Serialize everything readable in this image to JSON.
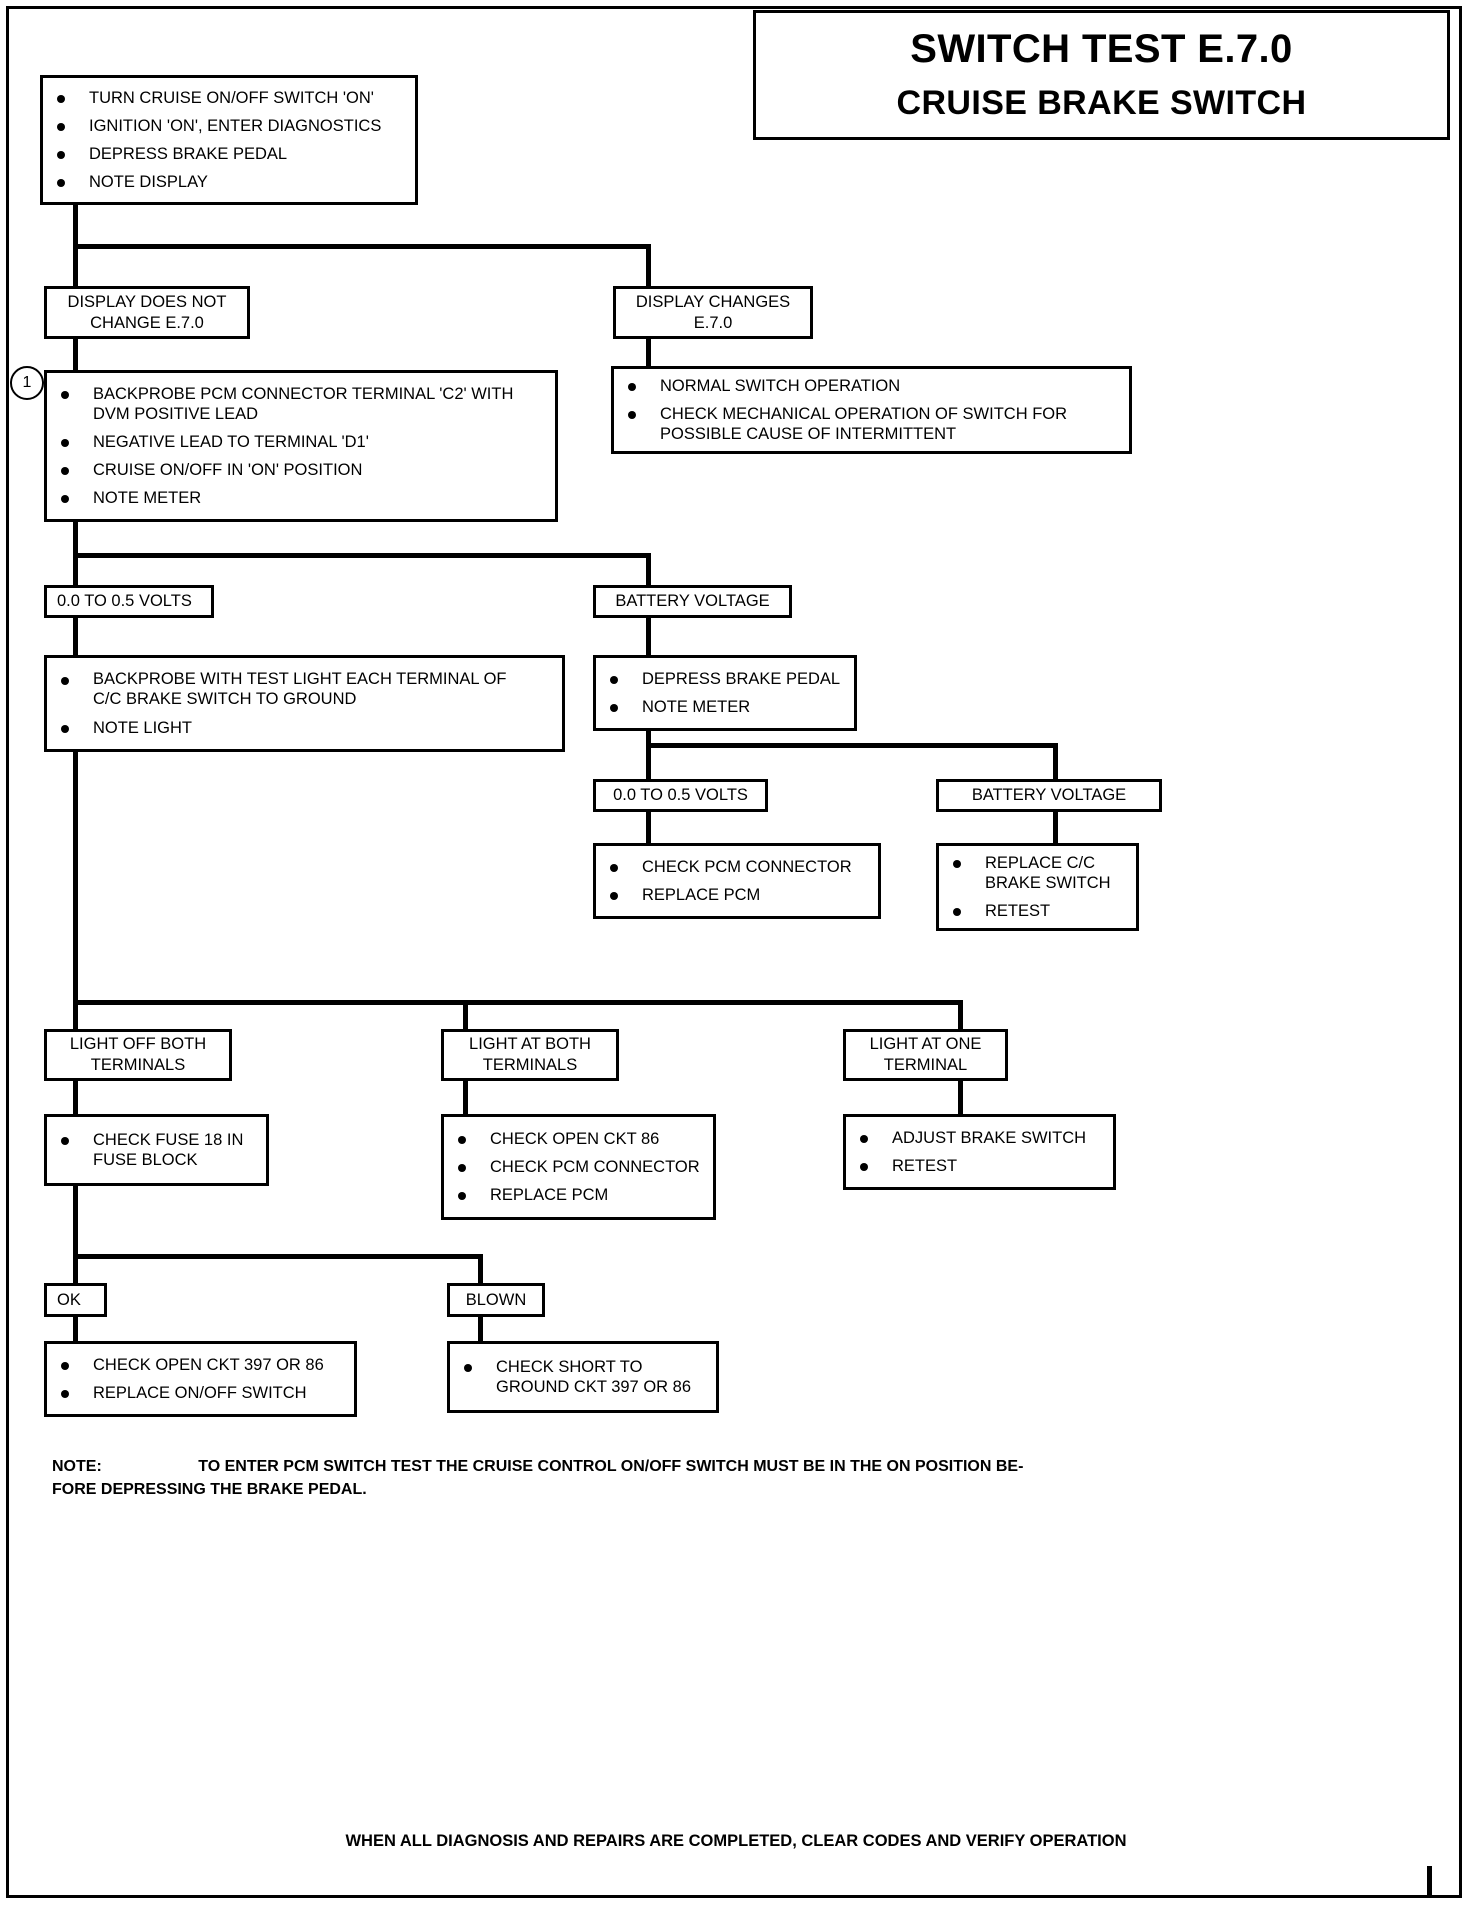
{
  "title": {
    "line1": "SWITCH TEST E.7.0",
    "line2": "CRUISE BRAKE SWITCH"
  },
  "marker": {
    "label": "1"
  },
  "nodes": {
    "start": {
      "name": "initial-procedure",
      "items": [
        "TURN CRUISE ON/OFF SWITCH 'ON'",
        "IGNITION 'ON', ENTER DIAGNOSTICS",
        "DEPRESS BRAKE PEDAL",
        " NOTE DISPLAY"
      ]
    },
    "display_no_change": {
      "name": "display-does-not-change",
      "line1": "DISPLAY DOES NOT",
      "line2": "CHANGE E.7.0"
    },
    "display_changes": {
      "name": "display-changes",
      "line1": "DISPLAY CHANGES",
      "line2": "E.7.0"
    },
    "normal_switch": {
      "name": "normal-switch-operation",
      "items": [
        {
          "l1": "NORMAL SWITCH OPERATION",
          "l2": ""
        },
        {
          "l1": "CHECK MECHANICAL OPERATION OF SWITCH FOR",
          "l2": "POSSIBLE CAUSE OF INTERMITTENT"
        }
      ]
    },
    "backprobe_pcm": {
      "name": "backprobe-pcm-connector",
      "items": [
        {
          "l1": "BACKPROBE PCM CONNECTOR TERMINAL 'C2' WITH",
          "l2": "DVM POSITIVE LEAD"
        },
        {
          "l1": "NEGATIVE LEAD TO TERMINAL 'D1'",
          "l2": ""
        },
        {
          "l1": "CRUISE ON/OFF IN 'ON' POSITION",
          "l2": ""
        },
        {
          "l1": "NOTE  METER",
          "l2": ""
        }
      ]
    },
    "volts_low_1": {
      "name": "volts-0-to-0-5-left",
      "label": "0.0 TO 0.5 VOLTS"
    },
    "battery_voltage_1": {
      "name": "battery-voltage-upper",
      "label": "BATTERY VOLTAGE"
    },
    "backprobe_testlight": {
      "name": "backprobe-test-light",
      "items": [
        {
          "l1": "BACKPROBE WITH TEST LIGHT EACH TERMINAL OF",
          "l2": "C/C BRAKE SWITCH TO GROUND"
        },
        {
          "l1": "NOTE LIGHT",
          "l2": ""
        }
      ]
    },
    "depress_note_meter": {
      "name": "depress-brake-note-meter",
      "items": [
        {
          "l1": "DEPRESS BRAKE PEDAL",
          "l2": ""
        },
        {
          "l1": "NOTE  METER",
          "l2": ""
        }
      ]
    },
    "volts_low_2": {
      "name": "volts-0-to-0-5-mid",
      "label": "0.0 TO 0.5 VOLTS"
    },
    "battery_voltage_2": {
      "name": "battery-voltage-lower",
      "label": "BATTERY VOLTAGE"
    },
    "check_pcm_replace": {
      "name": "check-pcm-connector-replace-pcm",
      "items": [
        {
          "l1": "CHECK PCM CONNECTOR",
          "l2": ""
        },
        {
          "l1": "REPLACE PCM",
          "l2": ""
        }
      ]
    },
    "replace_cc_switch": {
      "name": "replace-cc-brake-switch",
      "items": [
        {
          "l1": "REPLACE C/C",
          "l2": "BRAKE SWITCH"
        },
        {
          "l1": "RETEST",
          "l2": ""
        }
      ]
    },
    "light_off_both": {
      "name": "light-off-both-terminals",
      "line1": "LIGHT OFF BOTH",
      "line2": "TERMINALS"
    },
    "light_at_both": {
      "name": "light-at-both-terminals",
      "line1": "LIGHT AT BOTH",
      "line2": "TERMINALS"
    },
    "light_at_one": {
      "name": "light-at-one-terminal",
      "line1": "LIGHT AT ONE",
      "line2": "TERMINAL"
    },
    "check_fuse": {
      "name": "check-fuse-18",
      "items": [
        {
          "l1": "CHECK FUSE 18 IN",
          "l2": "FUSE BLOCK"
        }
      ]
    },
    "check_open_ckt86": {
      "name": "check-open-ckt-86",
      "items": [
        {
          "l1": "CHECK OPEN CKT 86",
          "l2": ""
        },
        {
          "l1": "CHECK PCM CONNECTOR",
          "l2": ""
        },
        {
          "l1": "REPLACE PCM",
          "l2": ""
        }
      ]
    },
    "adjust_brake_switch": {
      "name": "adjust-brake-switch",
      "items": [
        {
          "l1": "ADJUST BRAKE SWITCH",
          "l2": ""
        },
        {
          "l1": "RETEST",
          "l2": ""
        }
      ]
    },
    "ok": {
      "name": "fuse-ok",
      "label": "OK"
    },
    "blown": {
      "name": "fuse-blown",
      "label": "BLOWN"
    },
    "check_open_397": {
      "name": "check-open-ckt-397-or-86",
      "items": [
        {
          "l1": "CHECK OPEN CKT 397 OR 86",
          "l2": ""
        },
        {
          "l1": "REPLACE ON/OFF SWITCH",
          "l2": ""
        }
      ]
    },
    "check_short_397": {
      "name": "check-short-to-ground",
      "items": [
        {
          "l1": "CHECK SHORT TO",
          "l2": "GROUND CKT 397 OR 86"
        }
      ]
    }
  },
  "note": {
    "label": "NOTE:",
    "line1": "TO ENTER PCM SWITCH TEST THE CRUISE CONTROL ON/OFF SWITCH MUST BE IN THE ON POSITION BE-",
    "line2": "FORE DEPRESSING THE BRAKE PEDAL."
  },
  "footer": {
    "text": "WHEN ALL DIAGNOSIS AND REPAIRS ARE COMPLETED, CLEAR CODES AND VERIFY OPERATION"
  }
}
